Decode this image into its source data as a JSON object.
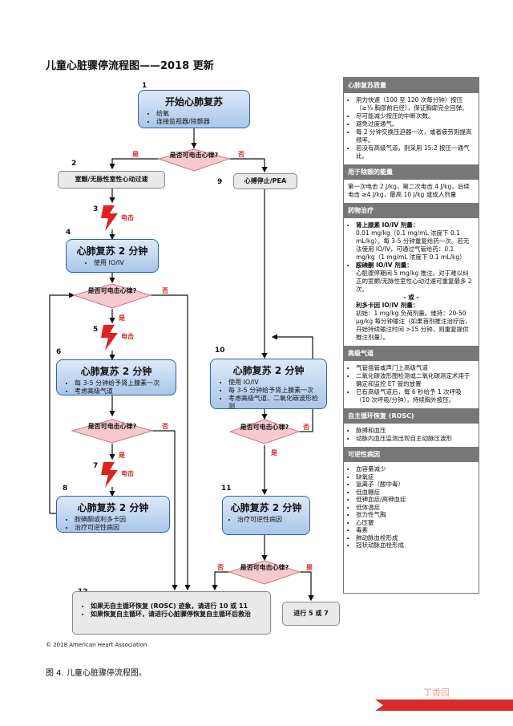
{
  "title": "儿童心脏骤停流程图——2018 更新",
  "copyright": "© 2018 American Heart Association",
  "caption": "图 4. 儿童心脏骤停流程图。",
  "watermark": "丁香园",
  "colors": {
    "box_blue": "#a9c6ea",
    "diamond_pink": "#f6c9cf",
    "accent_red": "#d62728",
    "panel_gray": "#777777"
  },
  "flow": {
    "n1": {
      "num": "1",
      "title": "开始心肺复苏",
      "bullets": [
        "给氧",
        "连接监视器/除颤器"
      ]
    },
    "d1": {
      "text": "是否可电击心律?",
      "yes": "是",
      "no": "否"
    },
    "n2": {
      "num": "2",
      "text": "室颤/无脉性室性心动过速"
    },
    "n9": {
      "num": "9",
      "text": "心搏停止/PEA"
    },
    "n3": {
      "num": "3",
      "label": "电击"
    },
    "n4": {
      "num": "4",
      "title": "心肺复苏 2 分钟",
      "bullets": [
        "使用 IO/IV"
      ]
    },
    "d2": {
      "text": "是否可电击心律?",
      "yes": "是",
      "no": "否"
    },
    "n5": {
      "num": "5",
      "label": "电击"
    },
    "n6": {
      "num": "6",
      "title": "心肺复苏 2 分钟",
      "bullets": [
        "每 3-5 分钟给予肾上腺素一次",
        "考虑高级气道"
      ]
    },
    "d3": {
      "text": "是否可电击心律?",
      "yes": "是",
      "no": "否"
    },
    "n7": {
      "num": "7",
      "label": "电击"
    },
    "n8": {
      "num": "8",
      "title": "心肺复苏 2 分钟",
      "bullets": [
        "胺碘酮或利多卡因",
        "治疗可逆性病因"
      ]
    },
    "n10": {
      "num": "10",
      "title": "心肺复苏 2 分钟",
      "bullets": [
        "使用 IO/IV",
        "每 3-5 分钟给予肾上腺素一次",
        "考虑高级气道、二氧化碳波形检测"
      ]
    },
    "d4": {
      "text": "是否可电击心律?",
      "yes": "是",
      "no": "否"
    },
    "n11": {
      "num": "11",
      "title": "心肺复苏 2 分钟",
      "bullets": [
        "治疗可逆性病因"
      ]
    },
    "d5": {
      "text": "是否可电击心律?",
      "yes": "是",
      "no": "否"
    },
    "n12": {
      "num": "12",
      "bullets": [
        "如果无自主循环恢复 (ROSC) 迹象，请进行 10 或 11",
        "如果恢复自主循环，请进行心脏骤停恢复自主循环后救治"
      ]
    },
    "goto": {
      "text": "进行 5 或 7"
    }
  },
  "panel": {
    "cpr_quality": {
      "header": "心肺复苏质量",
      "items": [
        "用力快速（100 至 120 次每分钟）按压（≥⅓ 胸部前后径），保证胸廓完全回弹。",
        "尽可能减少按压的中断次数。",
        "避免过度通气。",
        "每 2 分钟交换压迫器一次，或者疲劳则提高频率。",
        "若没有高级气道，则采用 15:2 按压一通气比。"
      ]
    },
    "shock_energy": {
      "header": "用于除颤的能量",
      "text": "第一次电击 2 J/kg，第二次电击 4 J/kg，后续电击 ≥4 J/kg，最高 10 J/kg 或成人剂量"
    },
    "drugs": {
      "header": "药物治疗",
      "epi_title": "肾上腺素 IO/IV 剂量：",
      "epi_text": "0.01 mg/kg（0.1 mg/mL 浓度下 0.1 mL/kg）。每 3-5 分钟重复给药一次。若无法使用 IO/IV，可通过气管给药：0.1 mg/kg（1 mg/mL 浓度下 0.1 mL/kg）",
      "amio_title": "胺碘酮 IO/IV 剂量：",
      "amio_text": "心脏骤停期间 5 mg/kg 推注。对于难以纠正的室颤/无脉性室性心动过速可重复最多 2 次。",
      "or": "- 或 -",
      "lido_title": "利多卡因 IO/IV 剂量：",
      "lido_text": "初始：1 mg/kg 负荷剂量。维持：20-50 μg/kg 每分钟输注（如果首剂推注治疗后，开始持续输注时间 >15 分钟，则重复提供推注剂量）。"
    },
    "airway": {
      "header": "高级气道",
      "items": [
        "气管插管或声门上高级气道",
        "二氧化碳波形图检测或二氧化碳测定术用于确定和监控 ET 管的放置",
        "已有高级气道后，每 6 秒给予 1 次呼吸（10 次呼吸/分钟），持续胸外按压。"
      ]
    },
    "rosc": {
      "header": "自主循环恢复 (ROSC)",
      "items": [
        "脉搏和血压",
        "动脉内血压监测出现自主动脉压波形"
      ]
    },
    "reversible": {
      "header": "可逆性病因",
      "items": [
        "血容量减少",
        "缺氧症",
        "氢离子（酸中毒）",
        "低血糖症",
        "低钾血症/高钾血症",
        "低体温症",
        "张力性气胸",
        "心压塞",
        "毒素",
        "肺动脉血栓形成",
        "冠状动脉血栓形成"
      ]
    }
  }
}
